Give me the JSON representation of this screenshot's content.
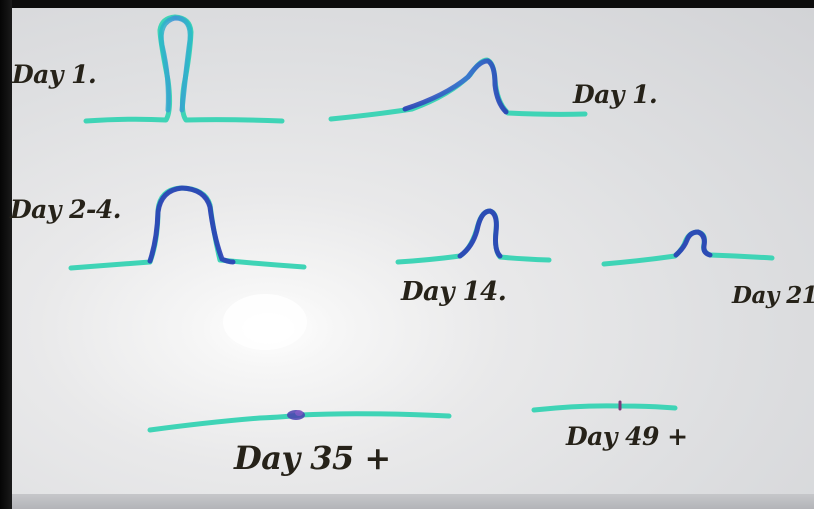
{
  "labels": {
    "day1_left": "Day 1.",
    "day1_right": "Day 1.",
    "day2_4": "Day 2-4.",
    "day14": "Day 14.",
    "day21": "Day 21",
    "day35": "Day 35 +",
    "day49": "Day 49 +"
  },
  "colors": {
    "board": "#e6e6e8",
    "teal_line": "#3fd4b6",
    "blue_hump": "#2a3db5",
    "ink": "#262219"
  }
}
